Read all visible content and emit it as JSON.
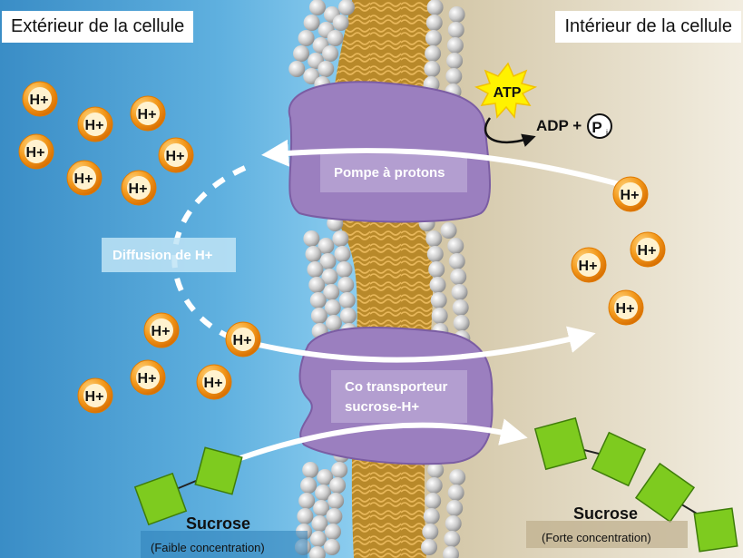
{
  "labels": {
    "outside": "Extérieur de la cellule",
    "inside": "Intérieur de la cellule",
    "proton_pump": "Pompe à protons",
    "diffusion": "Diffusion de H+",
    "cotransporter_line1": "Co transporteur",
    "cotransporter_line2": "sucrose-H+",
    "atp": "ATP",
    "adp": "ADP +",
    "pi_letter": "P",
    "pi_sub": "i",
    "sucrose_left": "Sucrose",
    "sucrose_left_sub": "(Faible concentration)",
    "sucrose_right": "Sucrose",
    "sucrose_right_sub": "(Forte concentration)",
    "proton": "H+"
  },
  "colors": {
    "outside_blue": "#3d8fc8",
    "inside_beige": "#d9ceb2",
    "protein_purple": "#9b7fbf",
    "proton_orange": "#f08c12",
    "sucrose_green": "#7ecb1f",
    "atp_yellow": "#fff200"
  },
  "icons": [
    "proton-ion-icon",
    "sucrose-molecule-icon",
    "atp-starburst-icon",
    "phosphate-circle-icon"
  ]
}
